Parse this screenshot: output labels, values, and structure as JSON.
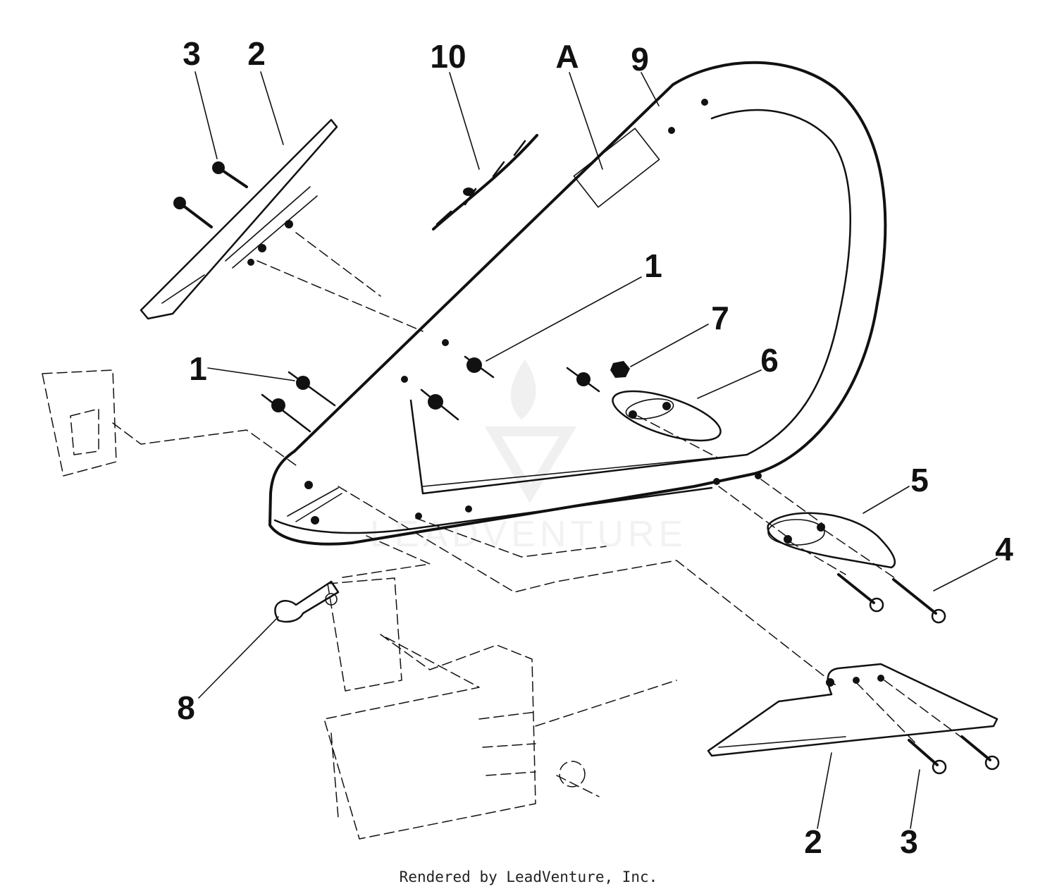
{
  "diagram": {
    "labels": {
      "l3_top": "3",
      "l2_top": "2",
      "l10": "10",
      "lA": "A",
      "l9": "9",
      "l1_center": "1",
      "l7": "7",
      "l6": "6",
      "l1_left": "1",
      "l5": "5",
      "l4": "4",
      "l8": "8",
      "l2_bottom": "2",
      "l3_bottom": "3"
    },
    "watermark": "LEADVENTURE",
    "footer": "Rendered by LeadVenture, Inc."
  },
  "colors": {
    "ink": "#111111",
    "watermark": "#e6e6e6",
    "background": "#ffffff"
  },
  "icons": [
    "leadventure-logo-watermark"
  ]
}
